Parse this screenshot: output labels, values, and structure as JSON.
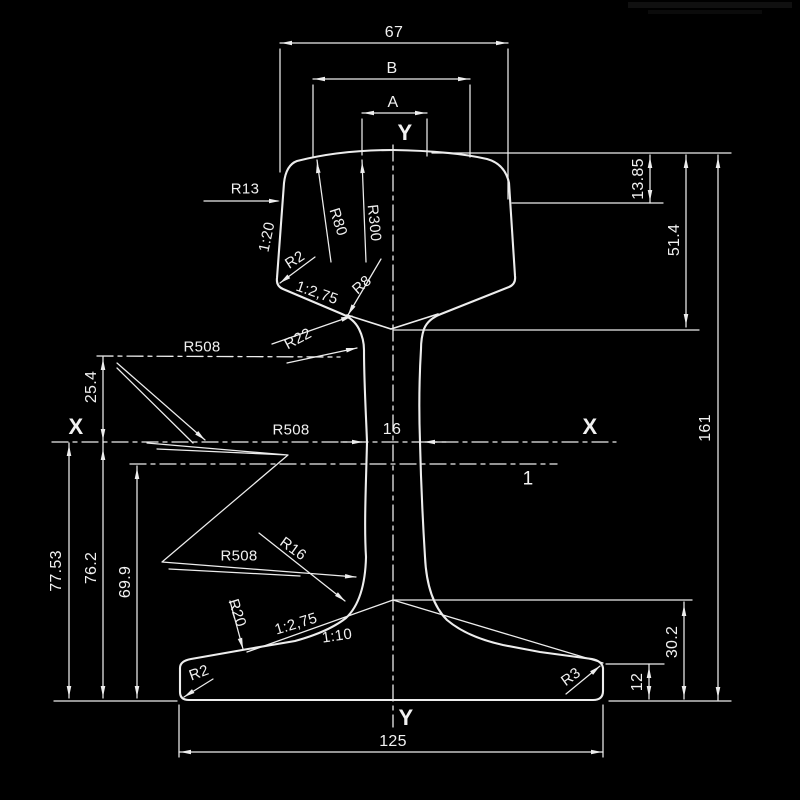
{
  "drawing": {
    "background": "#000000",
    "line_color": "#ededed",
    "text_color": "#f1f1f1"
  },
  "labels": {
    "width_top": "67",
    "width_b": "B",
    "width_a": "A",
    "axis_y_top": "Y",
    "axis_y_bottom": "Y",
    "axis_x_left": "X",
    "axis_x_right": "X",
    "section_line": "1",
    "head_crown_depth": "13.85",
    "head_depth": "51.4",
    "total_height": "161",
    "base_height": "30.2",
    "toe_height": "12",
    "base_width": "125",
    "web_thickness": "16",
    "x_axis_to_base": "77.53",
    "mid_to_base": "76.2",
    "line1_to_base": "69.9",
    "head_to_x_axis": "25.4",
    "r13": "R13",
    "r80": "R80",
    "r300": "R300",
    "r2_head": "R2",
    "r8": "R8",
    "r22": "R22",
    "r508_top": "R508",
    "r508_mid": "R508",
    "r508_low": "R508",
    "r16": "R16",
    "r20": "R20",
    "r2_base": "R2",
    "r3_base": "R3",
    "slope_head_side": "1:20",
    "slope_head_under": "1:2,75",
    "slope_base_upper": "1:2,75",
    "slope_base_lower": "1:10"
  }
}
